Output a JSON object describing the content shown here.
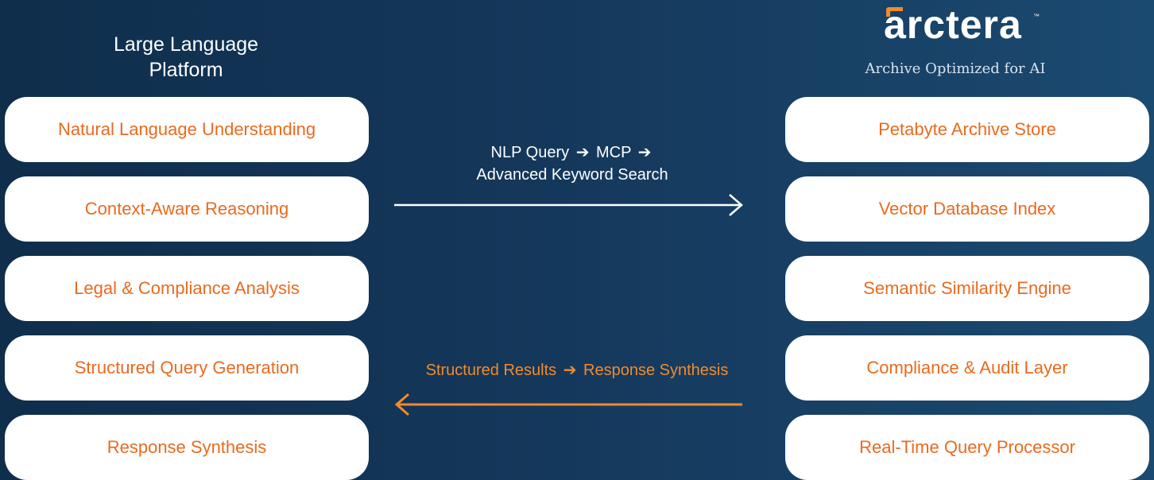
{
  "left_panel": {
    "title": "Large Language\nPlatform",
    "cards": [
      "Natural Language Understanding",
      "Context-Aware Reasoning",
      "Legal & Compliance Analysis",
      "Structured Query Generation",
      "Response Synthesis"
    ]
  },
  "right_panel": {
    "logo_text": "arctera",
    "logo_trademark": "™",
    "subtitle": "Archive Optimized for AI",
    "cards": [
      "Petabyte Archive Store",
      "Vector Database Index",
      "Semantic Similarity Engine",
      "Compliance & Audit Layer",
      "Real-Time Query Processor"
    ]
  },
  "flows": {
    "request": {
      "line1_a": "NLP Query",
      "line1_b": "MCP",
      "line2": "Advanced Keyword Search",
      "arrow_glyph": "➔"
    },
    "response": {
      "part_a": "Structured Results",
      "part_b": "Response Synthesis",
      "arrow_glyph": "➔"
    }
  },
  "colors": {
    "card_text": "#ea6a1f",
    "response_arrow": "#f28a2c",
    "request_arrow": "#ffffff",
    "logo_accent": "#f28a2c",
    "background": "#14375a"
  },
  "icons": {
    "request_arrow": "arrow-right-icon",
    "response_arrow": "arrow-left-icon",
    "logo_mark": "arctera-logo-mark"
  }
}
